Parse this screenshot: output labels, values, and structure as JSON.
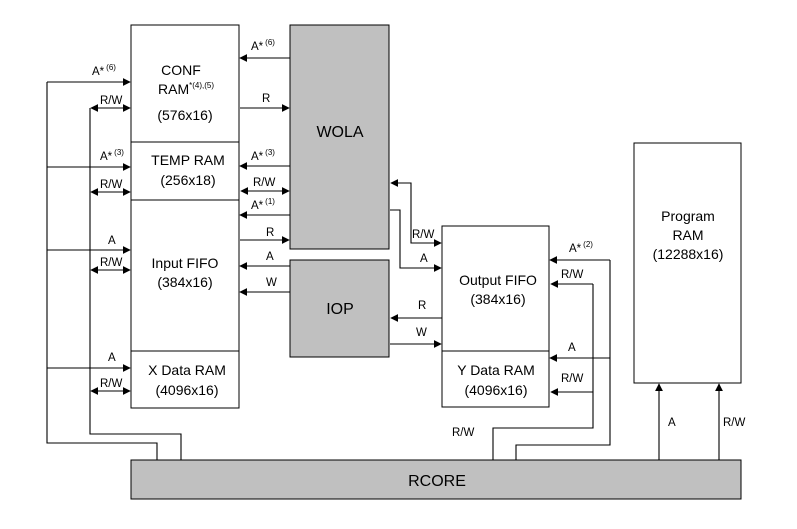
{
  "blocks": {
    "conf_ram": {
      "line1": "CONF",
      "line2": "RAM",
      "sup": "*(4),(5)",
      "size": "(576x16)"
    },
    "temp_ram": {
      "line1": "TEMP RAM",
      "size": "(256x18)"
    },
    "input_fifo": {
      "line1": "Input FIFO",
      "size": "(384x16)"
    },
    "x_data_ram": {
      "line1": "X Data RAM",
      "size": "(4096x16)"
    },
    "wola": {
      "line1": "WOLA"
    },
    "iop": {
      "line1": "IOP"
    },
    "output_fifo": {
      "line1": "Output FIFO",
      "size": "(384x16)"
    },
    "y_data_ram": {
      "line1": "Y Data RAM",
      "size": "(4096x16)"
    },
    "program_ram": {
      "line1": "Program",
      "line2": "RAM",
      "size": "(12288x16)"
    },
    "rcore": {
      "line1": "RCORE"
    }
  },
  "signals": {
    "a": "A",
    "a_star": "A*",
    "r": "R",
    "w": "W",
    "rw": "R/W",
    "n1": "(1)",
    "n2": "(2)",
    "n3": "(3)",
    "n6": "(6)"
  }
}
